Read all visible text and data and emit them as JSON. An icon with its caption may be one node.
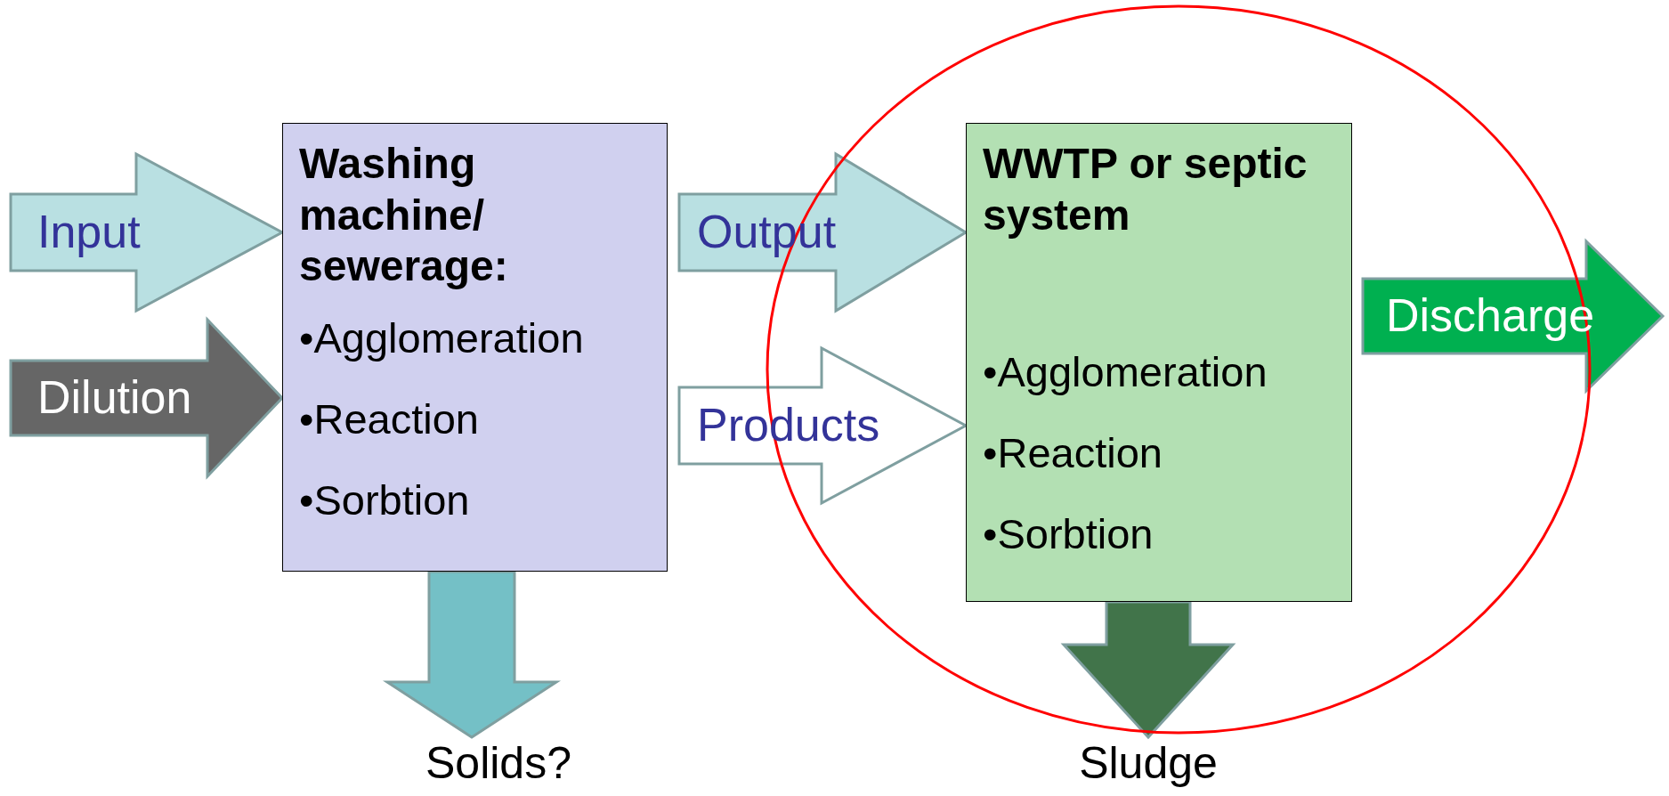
{
  "diagram": {
    "nodes": [
      {
        "text": [
          "Washing machine/ sewerage:",
          "•Agglomeration",
          "•Reaction",
          "•Sorbtion"
        ]
      },
      {
        "text": [],
        "shape": "circle"
      },
      {
        "text": [
          "WWTP or septic system",
          "•Agglomeration",
          "•Reaction",
          "•Sorbtion"
        ],
        "in": 1
      },
      {
        "text": [
          "Solids?"
        ]
      },
      {
        "text": [
          "Sludge"
        ]
      }
    ],
    "edges": [
      {
        "from": null,
        "to": 0,
        "arrow": "to",
        "label": "Input",
        "color": "#b9e0e2"
      },
      {
        "from": null,
        "to": 0,
        "arrow": "to",
        "label": "Dilution",
        "color": "#666666"
      },
      {
        "from": 0,
        "to": 2,
        "arrow": "to",
        "label": "Output",
        "color": "#b9e0e2"
      },
      {
        "from": 0,
        "to": 2,
        "arrow": "to",
        "label": "Products",
        "color": "#ffffff"
      },
      {
        "from": 2,
        "to": null,
        "arrow": "to",
        "label": "Discharge",
        "color": "#00b050"
      },
      {
        "from": 0,
        "to": 3,
        "arrow": "to",
        "color": "#74c0c6"
      },
      {
        "from": 2,
        "to": 4,
        "arrow": "to",
        "color": "#41744a"
      }
    ]
  }
}
